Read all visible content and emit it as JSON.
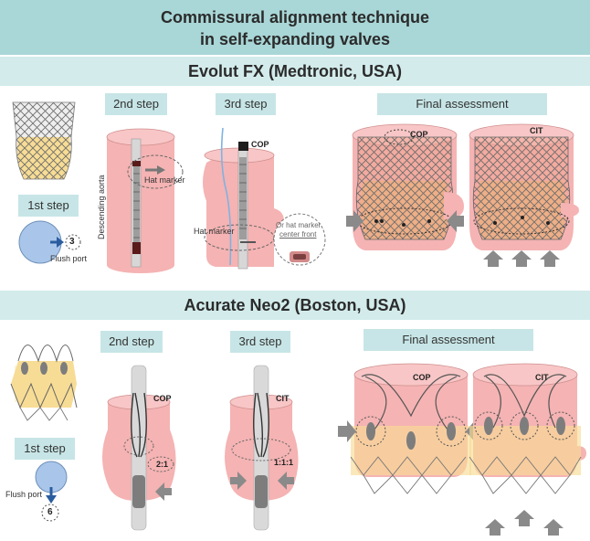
{
  "title": {
    "line1": "Commissural alignment technique",
    "line2": "in self-expanding valves"
  },
  "evolut": {
    "heading": "Evolut FX (Medtronic, USA)",
    "steps": {
      "first": "1st step",
      "second": "2nd step",
      "third": "3rd step",
      "final": "Final assessment"
    },
    "labels": {
      "three": "3",
      "flush_port": "Flush port",
      "descending_aorta": "Descending aorta",
      "hat_marker_2": "Hat marker",
      "cop_3": "COP",
      "hat_marker_3": "Hat  marker",
      "alt_note_1": "Or hat marker",
      "alt_note_2": "center front",
      "final_cop": "COP",
      "final_cit": "CIT"
    }
  },
  "acurate": {
    "heading": "Acurate Neo2 (Boston, USA)",
    "steps": {
      "first": "1st step",
      "second": "2nd step",
      "third": "3rd step",
      "final": "Final assessment"
    },
    "labels": {
      "flush_port": "Flush port",
      "six": "6",
      "cop_2": "COP",
      "ratio_2": "2:1",
      "cit_3": "CIT",
      "ratio_3": "1:1:1",
      "final_cop": "COP",
      "final_cit": "CIT"
    }
  },
  "colors": {
    "title_band": "#a9d6d7",
    "section_band": "#d3ebeb",
    "step_box": "#c7e5e6",
    "aorta_pink": "#f5b3b3",
    "valve_yellow": "#f7dc95",
    "circle_blue": "#a9c6ea",
    "arrow_gray": "#8a8a8a"
  }
}
